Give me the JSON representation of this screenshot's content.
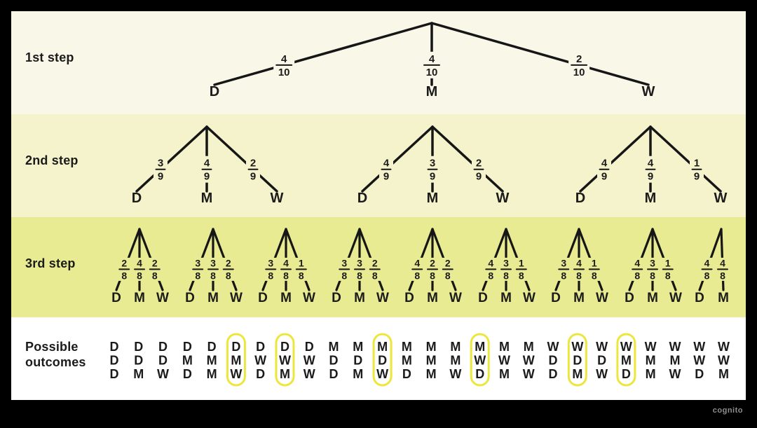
{
  "meta": {
    "watermark": "cognito"
  },
  "colors": {
    "frame": "#000000",
    "band1": "#f8f7e8",
    "band2": "#f5f3cc",
    "band3": "#e9eb92",
    "band4": "#ffffff",
    "line": "#161616",
    "text": "#1b1b1b",
    "highlight": "#ece63d",
    "watermark_text": "#8f8f8f"
  },
  "rows": [
    {
      "label": "1st step"
    },
    {
      "label": "2nd step"
    },
    {
      "label": "3rd step"
    },
    {
      "label": "Possible outcomes"
    }
  ],
  "tree": {
    "step1": {
      "branches": [
        {
          "p": "4/10",
          "label": "D"
        },
        {
          "p": "4/10",
          "label": "M"
        },
        {
          "p": "2/10",
          "label": "W"
        }
      ]
    },
    "step2": [
      {
        "branches": [
          {
            "p": "3/9",
            "label": "D"
          },
          {
            "p": "4/9",
            "label": "M"
          },
          {
            "p": "2/9",
            "label": "W"
          }
        ]
      },
      {
        "branches": [
          {
            "p": "4/9",
            "label": "D"
          },
          {
            "p": "3/9",
            "label": "M"
          },
          {
            "p": "2/9",
            "label": "W"
          }
        ]
      },
      {
        "branches": [
          {
            "p": "4/9",
            "label": "D"
          },
          {
            "p": "4/9",
            "label": "M"
          },
          {
            "p": "1/9",
            "label": "W"
          }
        ]
      }
    ],
    "step3": [
      {
        "branches": [
          {
            "p": "2/8",
            "label": "D"
          },
          {
            "p": "4/8",
            "label": "M"
          },
          {
            "p": "2/8",
            "label": "W"
          }
        ]
      },
      {
        "branches": [
          {
            "p": "3/8",
            "label": "D"
          },
          {
            "p": "3/8",
            "label": "M"
          },
          {
            "p": "2/8",
            "label": "W"
          }
        ]
      },
      {
        "branches": [
          {
            "p": "3/8",
            "label": "D"
          },
          {
            "p": "4/8",
            "label": "M"
          },
          {
            "p": "1/8",
            "label": "W"
          }
        ]
      },
      {
        "branches": [
          {
            "p": "3/8",
            "label": "D"
          },
          {
            "p": "3/8",
            "label": "M"
          },
          {
            "p": "2/8",
            "label": "W"
          }
        ]
      },
      {
        "branches": [
          {
            "p": "4/8",
            "label": "D"
          },
          {
            "p": "2/8",
            "label": "M"
          },
          {
            "p": "2/8",
            "label": "W"
          }
        ]
      },
      {
        "branches": [
          {
            "p": "4/8",
            "label": "D"
          },
          {
            "p": "3/8",
            "label": "M"
          },
          {
            "p": "1/8",
            "label": "W"
          }
        ]
      },
      {
        "branches": [
          {
            "p": "3/8",
            "label": "D"
          },
          {
            "p": "4/8",
            "label": "M"
          },
          {
            "p": "1/8",
            "label": "W"
          }
        ]
      },
      {
        "branches": [
          {
            "p": "4/8",
            "label": "D"
          },
          {
            "p": "3/8",
            "label": "M"
          },
          {
            "p": "1/8",
            "label": "W"
          }
        ]
      },
      {
        "branches": [
          {
            "p": "4/8",
            "label": "D"
          },
          {
            "p": "4/8",
            "label": "M"
          }
        ]
      }
    ]
  },
  "outcomes": {
    "columns": [
      "DDD",
      "DDM",
      "DDW",
      "DMD",
      "DMM",
      "DMW",
      "DWD",
      "DWM",
      "DWW",
      "MDD",
      "MDM",
      "MDW",
      "MMD",
      "MMM",
      "MMW",
      "MWD",
      "MWM",
      "MWW",
      "WDD",
      "WDM",
      "WDW",
      "WMD",
      "WMM",
      "WMW",
      "WWD",
      "WWM"
    ],
    "circled_indices": [
      5,
      7,
      11,
      15,
      19,
      21
    ]
  }
}
